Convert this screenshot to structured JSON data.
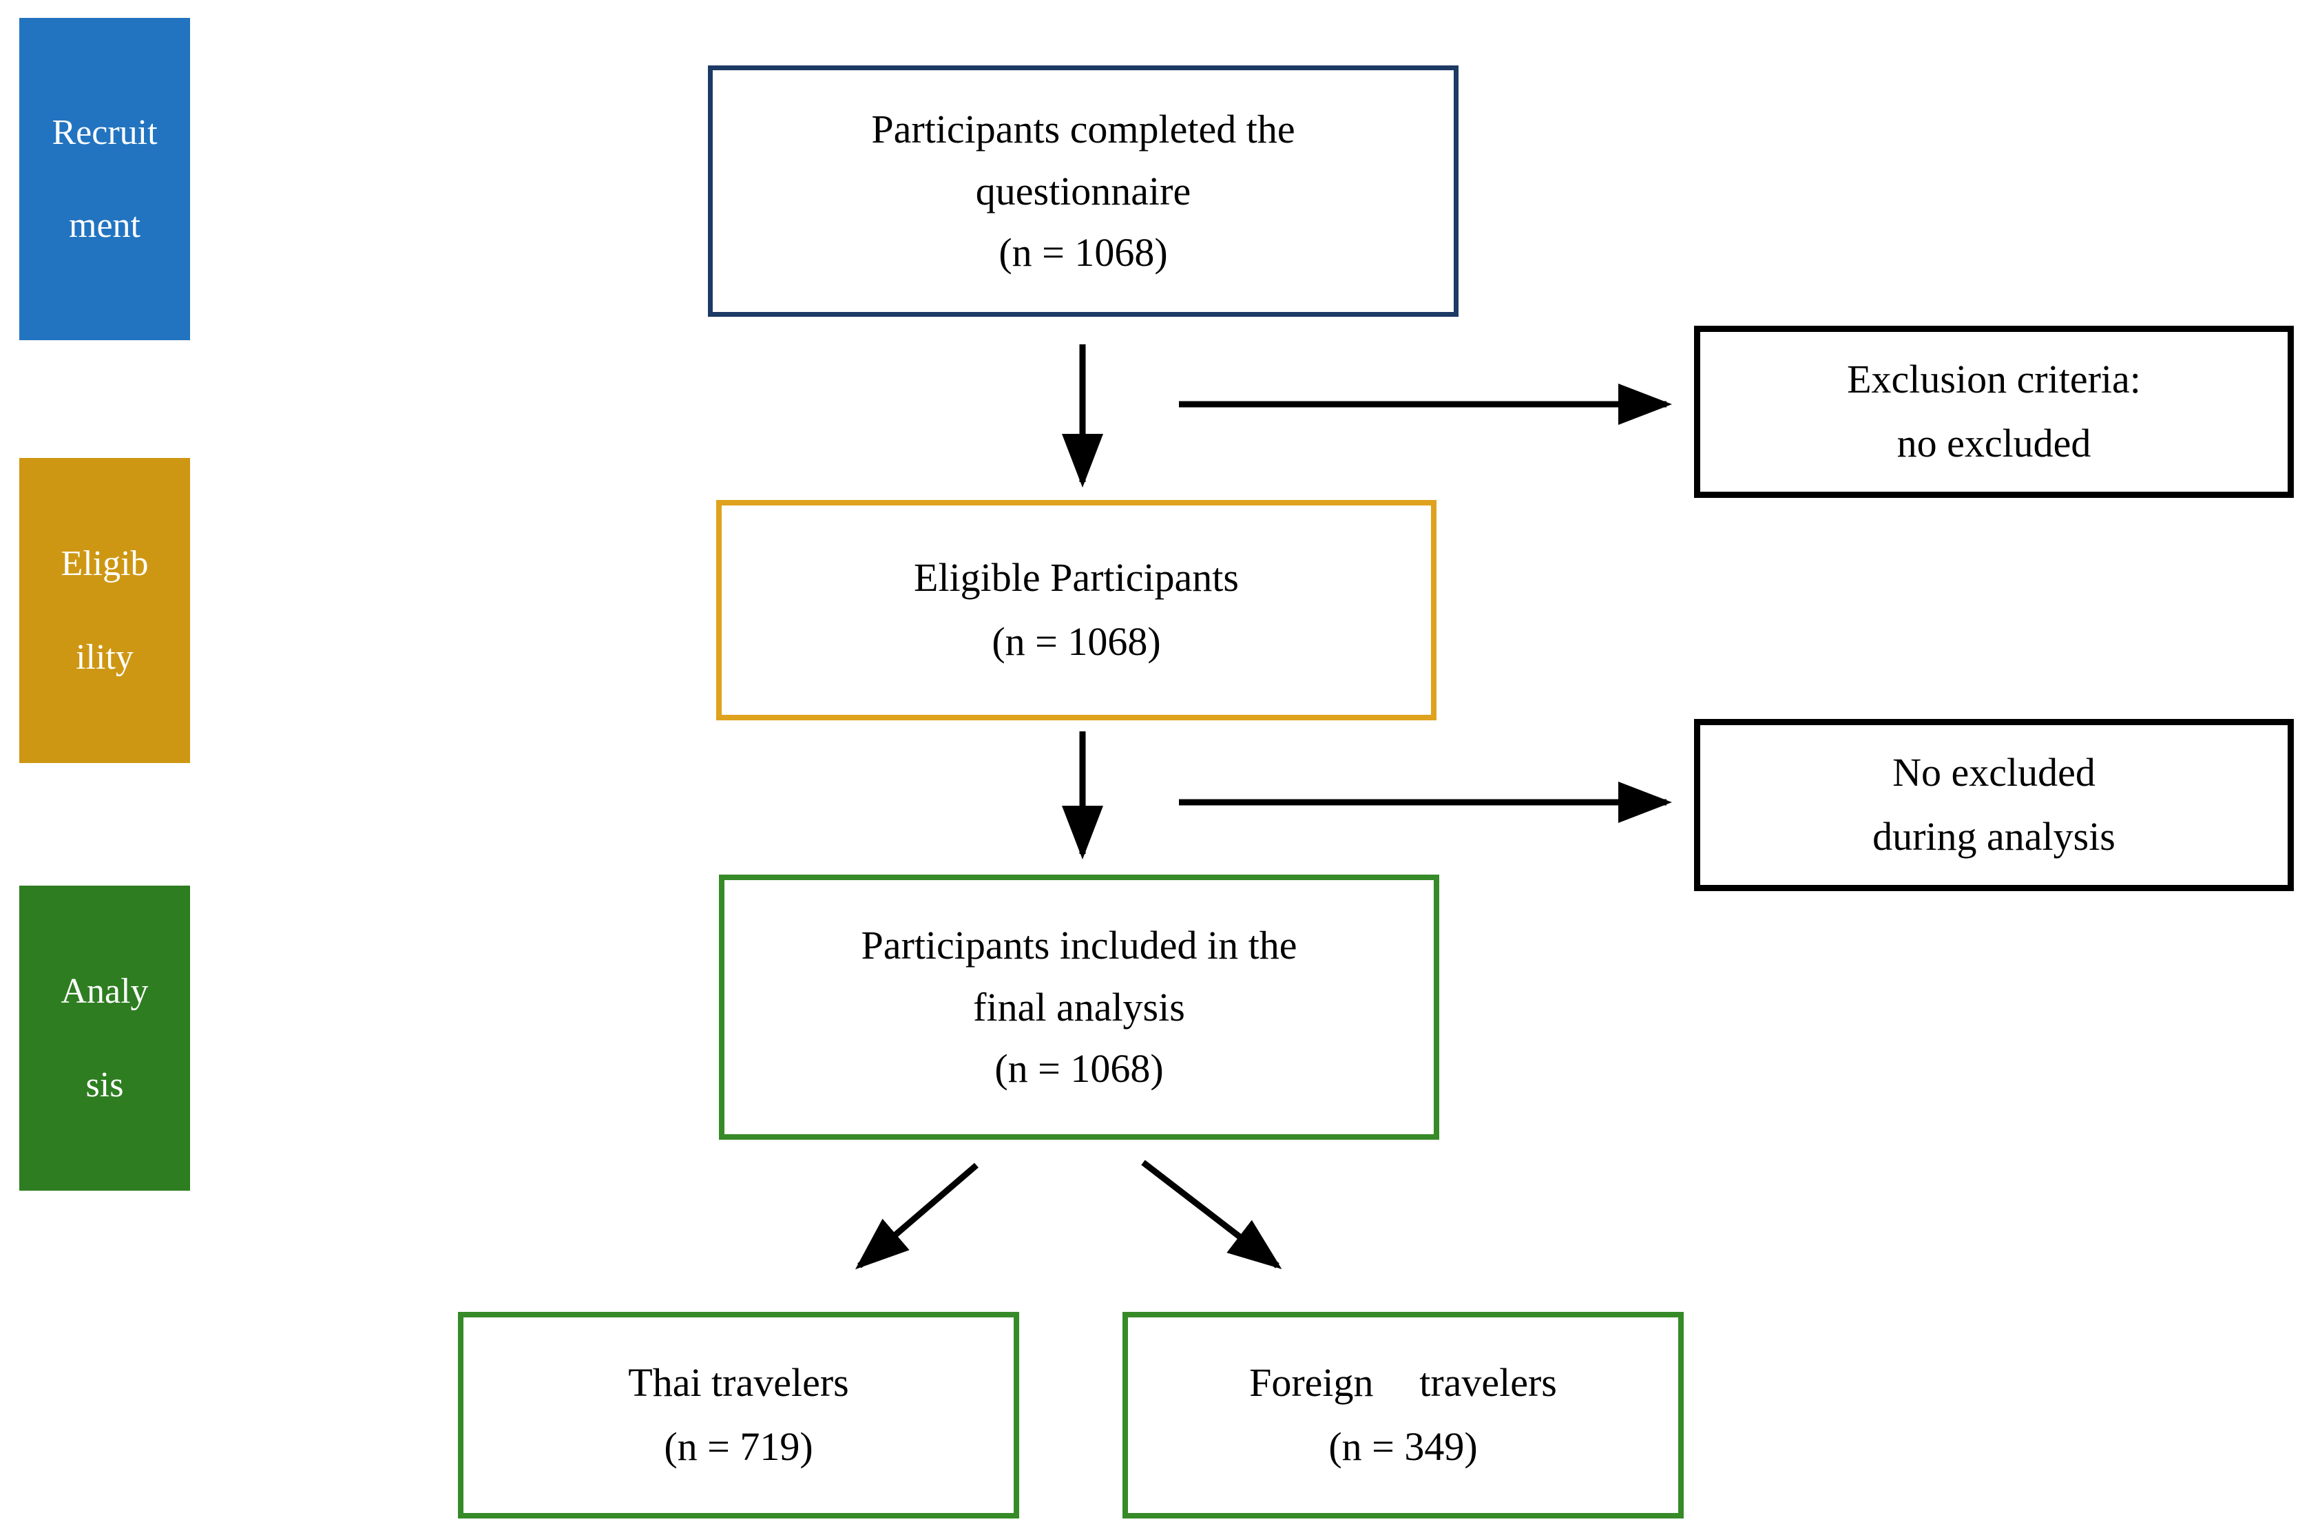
{
  "figure": {
    "kind": "participant-flow-diagram"
  },
  "palette": {
    "stage_recruitment_fill": "#2274C0",
    "stage_eligibility_fill": "#CE9713",
    "stage_analysis_fill": "#2E7D21",
    "questionnaire_border": "#1D3A64",
    "eligible_border": "#DFA21E",
    "analysis_border": "#368A28",
    "side_box_border": "#000000",
    "arrow_color": "#000000",
    "stage_text_color": "#ffffff",
    "box_text_color": "#000000"
  },
  "stages": [
    {
      "id": "recruitment",
      "lines": [
        "Recruit",
        "ment"
      ]
    },
    {
      "id": "eligibility",
      "lines": [
        "Eligib",
        "ility"
      ]
    },
    {
      "id": "analysis",
      "lines": [
        "Analy",
        "sis"
      ]
    }
  ],
  "boxes": {
    "questionnaire": {
      "lines": [
        "Participants completed the",
        "questionnaire",
        "(n = 1068)"
      ]
    },
    "eligible": {
      "lines": [
        "Eligible Participants",
        "(n = 1068)"
      ]
    },
    "final_analysis": {
      "lines": [
        "Participants included in the",
        "final analysis",
        "(n = 1068)"
      ]
    },
    "thai": {
      "lines": [
        "Thai travelers",
        "(n = 719)"
      ]
    },
    "foreign": {
      "lines": [
        "Foreign travelers",
        "(n = 349)"
      ]
    },
    "exclusion": {
      "lines": [
        "Exclusion criteria:",
        "no excluded"
      ]
    },
    "no_excluded": {
      "lines": [
        "No excluded",
        "during analysis"
      ]
    }
  }
}
